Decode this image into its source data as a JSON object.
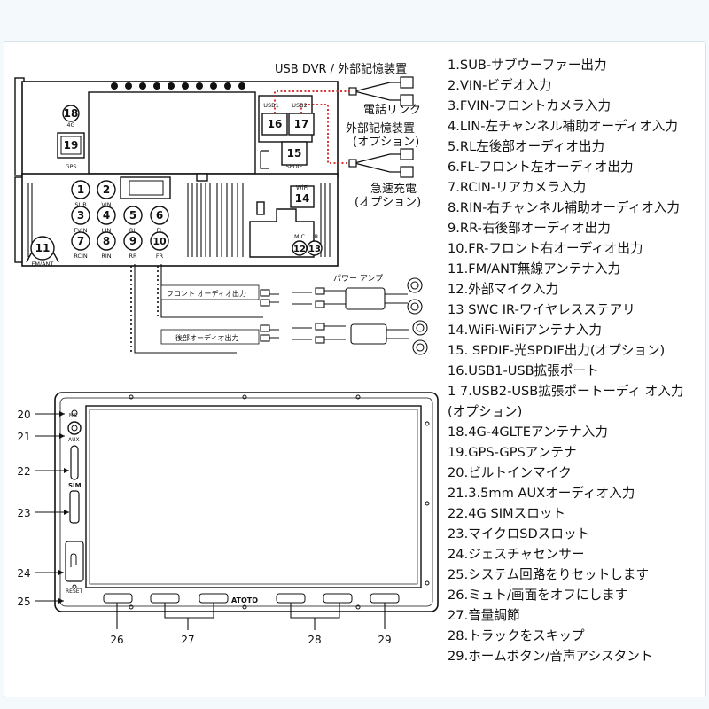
{
  "labels": {
    "usb_dvr": "USB DVR / 外部記憶装置",
    "phone_link": "電話リンク",
    "ext_storage_1": "外部記憶装置",
    "ext_storage_2": "(オプション)",
    "fast_charge_1": "急速充電",
    "fast_charge_2": "(オプション)",
    "power_amp": "パワー アンプ",
    "front_audio_out": "フロント オーディオ出力",
    "rear_audio_out": "後部オーディオ出力",
    "brand": "ATOTO",
    "sim": "SIM",
    "reset": "RESET",
    "mic": "MIC",
    "aux": "AUX"
  },
  "connectors": [
    {
      "num": "1",
      "code": "SUB"
    },
    {
      "num": "2",
      "code": "VIN"
    },
    {
      "num": "3",
      "code": "FVIN"
    },
    {
      "num": "4",
      "code": "LIN"
    },
    {
      "num": "5",
      "code": "RL"
    },
    {
      "num": "6",
      "code": "FL"
    },
    {
      "num": "7",
      "code": "RCIN"
    },
    {
      "num": "8",
      "code": "RIN"
    },
    {
      "num": "9",
      "code": "RR"
    },
    {
      "num": "10",
      "code": "FR"
    },
    {
      "num": "11",
      "code": "FM/ANT"
    },
    {
      "num": "12",
      "code": "MIC"
    },
    {
      "num": "13",
      "code": "IR"
    },
    {
      "num": "14",
      "code": "WiFi"
    },
    {
      "num": "15",
      "code": "SPDIF"
    },
    {
      "num": "16",
      "code": "USB1"
    },
    {
      "num": "17",
      "code": "USB2"
    },
    {
      "num": "18",
      "code": "4G"
    },
    {
      "num": "19",
      "code": "GPS"
    }
  ],
  "callouts": {
    "left": [
      "20",
      "21",
      "22",
      "23",
      "24",
      "25"
    ],
    "bottom": [
      "26",
      "27",
      "28",
      "29"
    ]
  },
  "legend": [
    "1.SUB-サブウーファー出力",
    "2.VIN-ビデオ入力",
    "3.FVIN-フロントカメラ入力",
    "4.LIN-左チャンネル補助オーディオ入力",
    "5.RL左後部オーディオ出力",
    "6.FL-フロント左オーディオ出力",
    "7.RCIN-リアカメラ入力",
    "8.RIN-右チャンネル補助オーディオ入力",
    "9.RR-右後部オーディオ出力",
    "10.FR-フロント右オーディオ出力",
    "11.FM/ANT無線アンテナ入力",
    "12.外部マイク入力",
    "13 SWC IR-ワイヤレスステアリ",
    "14.WiFi-WiFiアンテナ入力",
    "15. SPDIF-光SPDIF出力(オプション)",
    "16.USB1-USB拡張ポート",
    "1 7.USB2-USB拡張ポートーディ オ入力",
    "(オプション)",
    "18.4G-4GLTEアンテナ入力",
    "19.GPS-GPSアンテナ",
    "20.ビルトインマイク",
    "21.3.5mm AUXオーディオ入力",
    "22.4G SIMスロット",
    "23.マイクロSDスロット",
    "24.ジェスチャセンサー",
    "25.システム回路をりセットします",
    "26.ミュト/画面をオフにします",
    "27.音量調節",
    "28.トラックをスキップ",
    "29.ホームボタン/音声アシスタント"
  ]
}
